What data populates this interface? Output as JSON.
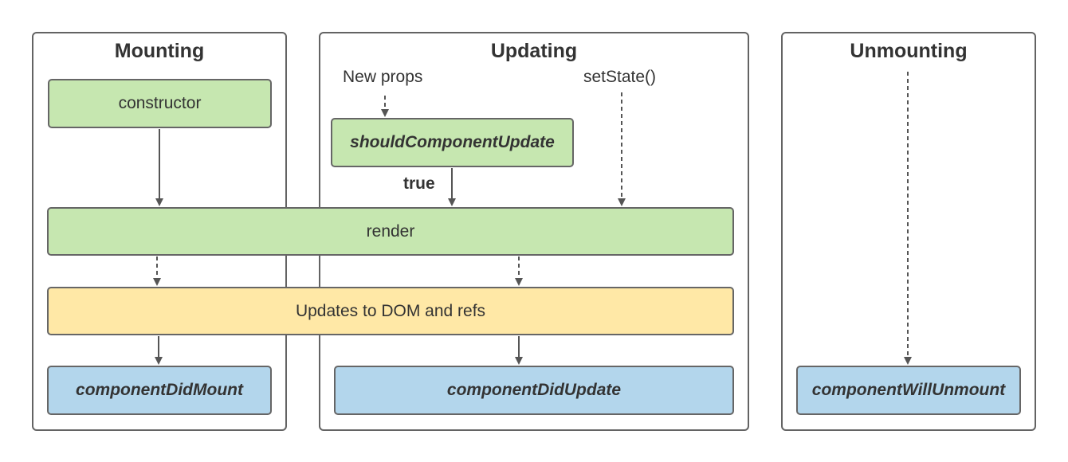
{
  "phases": {
    "mounting": "Mounting",
    "updating": "Updating",
    "unmounting": "Unmounting"
  },
  "nodes": {
    "constructor": "constructor",
    "should_component_update": "shouldComponentUpdate",
    "render": "render",
    "dom_updates": "Updates to DOM and refs",
    "component_did_mount": "componentDidMount",
    "component_did_update": "componentDidUpdate",
    "component_will_unmount": "componentWillUnmount"
  },
  "edge_labels": {
    "new_props": "New props",
    "set_state": "setState()",
    "true_label": "true"
  },
  "colors": {
    "green": "#c6e7b0",
    "yellow": "#ffe8a6",
    "blue": "#b3d6ec",
    "border": "#666666",
    "arrow": "#555555"
  }
}
